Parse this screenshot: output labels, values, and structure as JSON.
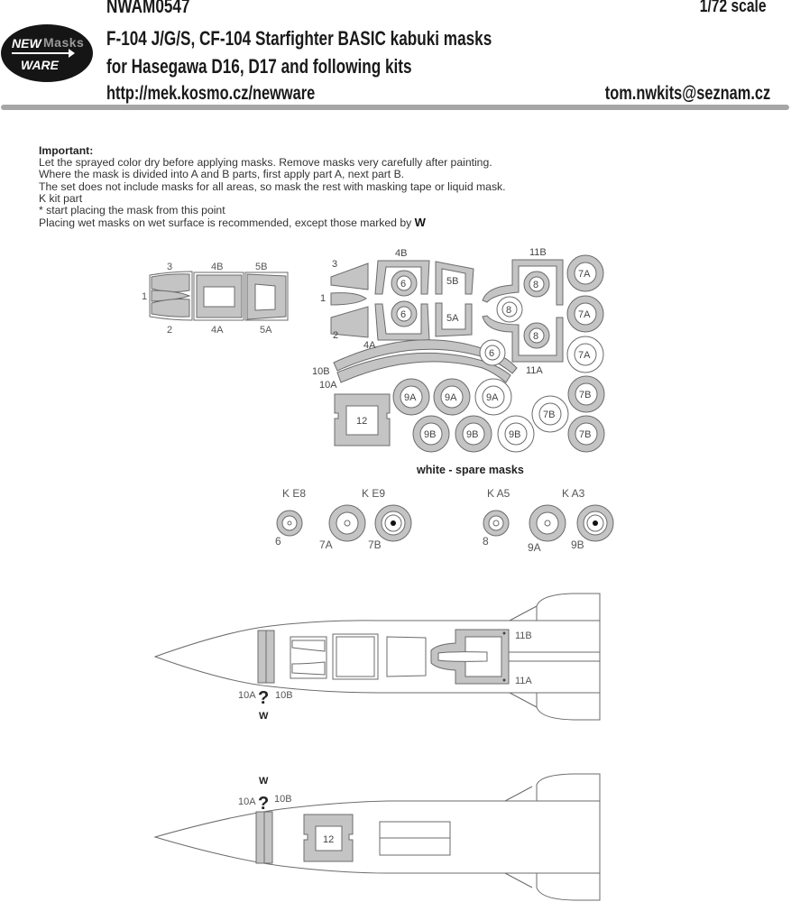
{
  "header": {
    "product_code": "NWAM0547",
    "scale": "1/72 scale",
    "title": "F-104 J/G/S, CF-104 Starfighter BASIC  kabuki masks",
    "subtitle": "for Hasegawa D16, D17  and following kits",
    "url": "http://mek.kosmo.cz/newware",
    "email": "tom.nwkits@seznam.cz",
    "logo": {
      "line1": "NEW",
      "line2": "Masks",
      "line3": "WARE"
    }
  },
  "instructions": {
    "heading": "Important:",
    "lines": [
      "Let the sprayed color dry before applying masks. Remove masks very carefully after painting.",
      "Where the mask is divided into A and B parts, first apply part A, next part B.",
      "The set does not include masks for all areas, so mask the rest with masking tape or liquid mask.",
      "K kit part",
      "*  start placing the mask from this point",
      "Placing wet masks on wet surface is recommended, except those marked by "
    ],
    "w_marker": "W"
  },
  "canopy_diagram": {
    "labels": {
      "p1": "1",
      "p2": "2",
      "p3": "3",
      "p4a": "4A",
      "p4b": "4B",
      "p5a": "5A",
      "p5b": "5B"
    }
  },
  "mask_sheet": {
    "labels": {
      "p1": "1",
      "p2": "2",
      "p3": "3",
      "p4a": "4A",
      "p4b": "4B",
      "p5a": "5A",
      "p5b": "5B",
      "p10a": "10A",
      "p10b": "10B",
      "p11a": "11A",
      "p11b": "11B",
      "p12": "12"
    },
    "circles": [
      {
        "label": "6",
        "spare": false
      },
      {
        "label": "6",
        "spare": false
      },
      {
        "label": "6",
        "spare": true
      },
      {
        "label": "8",
        "spare": false
      },
      {
        "label": "8",
        "spare": false
      },
      {
        "label": "8",
        "spare": true
      },
      {
        "label": "7A",
        "spare": false
      },
      {
        "label": "7A",
        "spare": false
      },
      {
        "label": "7A",
        "spare": true
      },
      {
        "label": "7B",
        "spare": false
      },
      {
        "label": "7B",
        "spare": false
      },
      {
        "label": "7B",
        "spare": true
      },
      {
        "label": "9A",
        "spare": false
      },
      {
        "label": "9A",
        "spare": false
      },
      {
        "label": "9A",
        "spare": true
      },
      {
        "label": "9B",
        "spare": false
      },
      {
        "label": "9B",
        "spare": false
      },
      {
        "label": "9B",
        "spare": true
      }
    ],
    "spare_note": "white - spare masks"
  },
  "wheels": {
    "groups": [
      {
        "kit_part": "K E8",
        "masks": [
          "6"
        ]
      },
      {
        "kit_part": "K E9",
        "masks": [
          "7A",
          "7B"
        ]
      },
      {
        "kit_part": "K A5",
        "masks": [
          "8"
        ]
      },
      {
        "kit_part": "K A3",
        "masks": [
          "9A",
          "9B"
        ]
      }
    ]
  },
  "fuselage_top": {
    "labels": {
      "p10a": "10A",
      "p10b": "10B",
      "p11a": "11A",
      "p11b": "11B",
      "question": "?",
      "w": "W"
    }
  },
  "fuselage_bottom": {
    "labels": {
      "p10a": "10A",
      "p10b": "10B",
      "p12": "12",
      "question": "?",
      "w": "W"
    }
  },
  "colors": {
    "mask_fill": "#c4c4c4",
    "outline": "#6b6b6b",
    "rule": "#a6a6a6",
    "text": "#222222"
  }
}
